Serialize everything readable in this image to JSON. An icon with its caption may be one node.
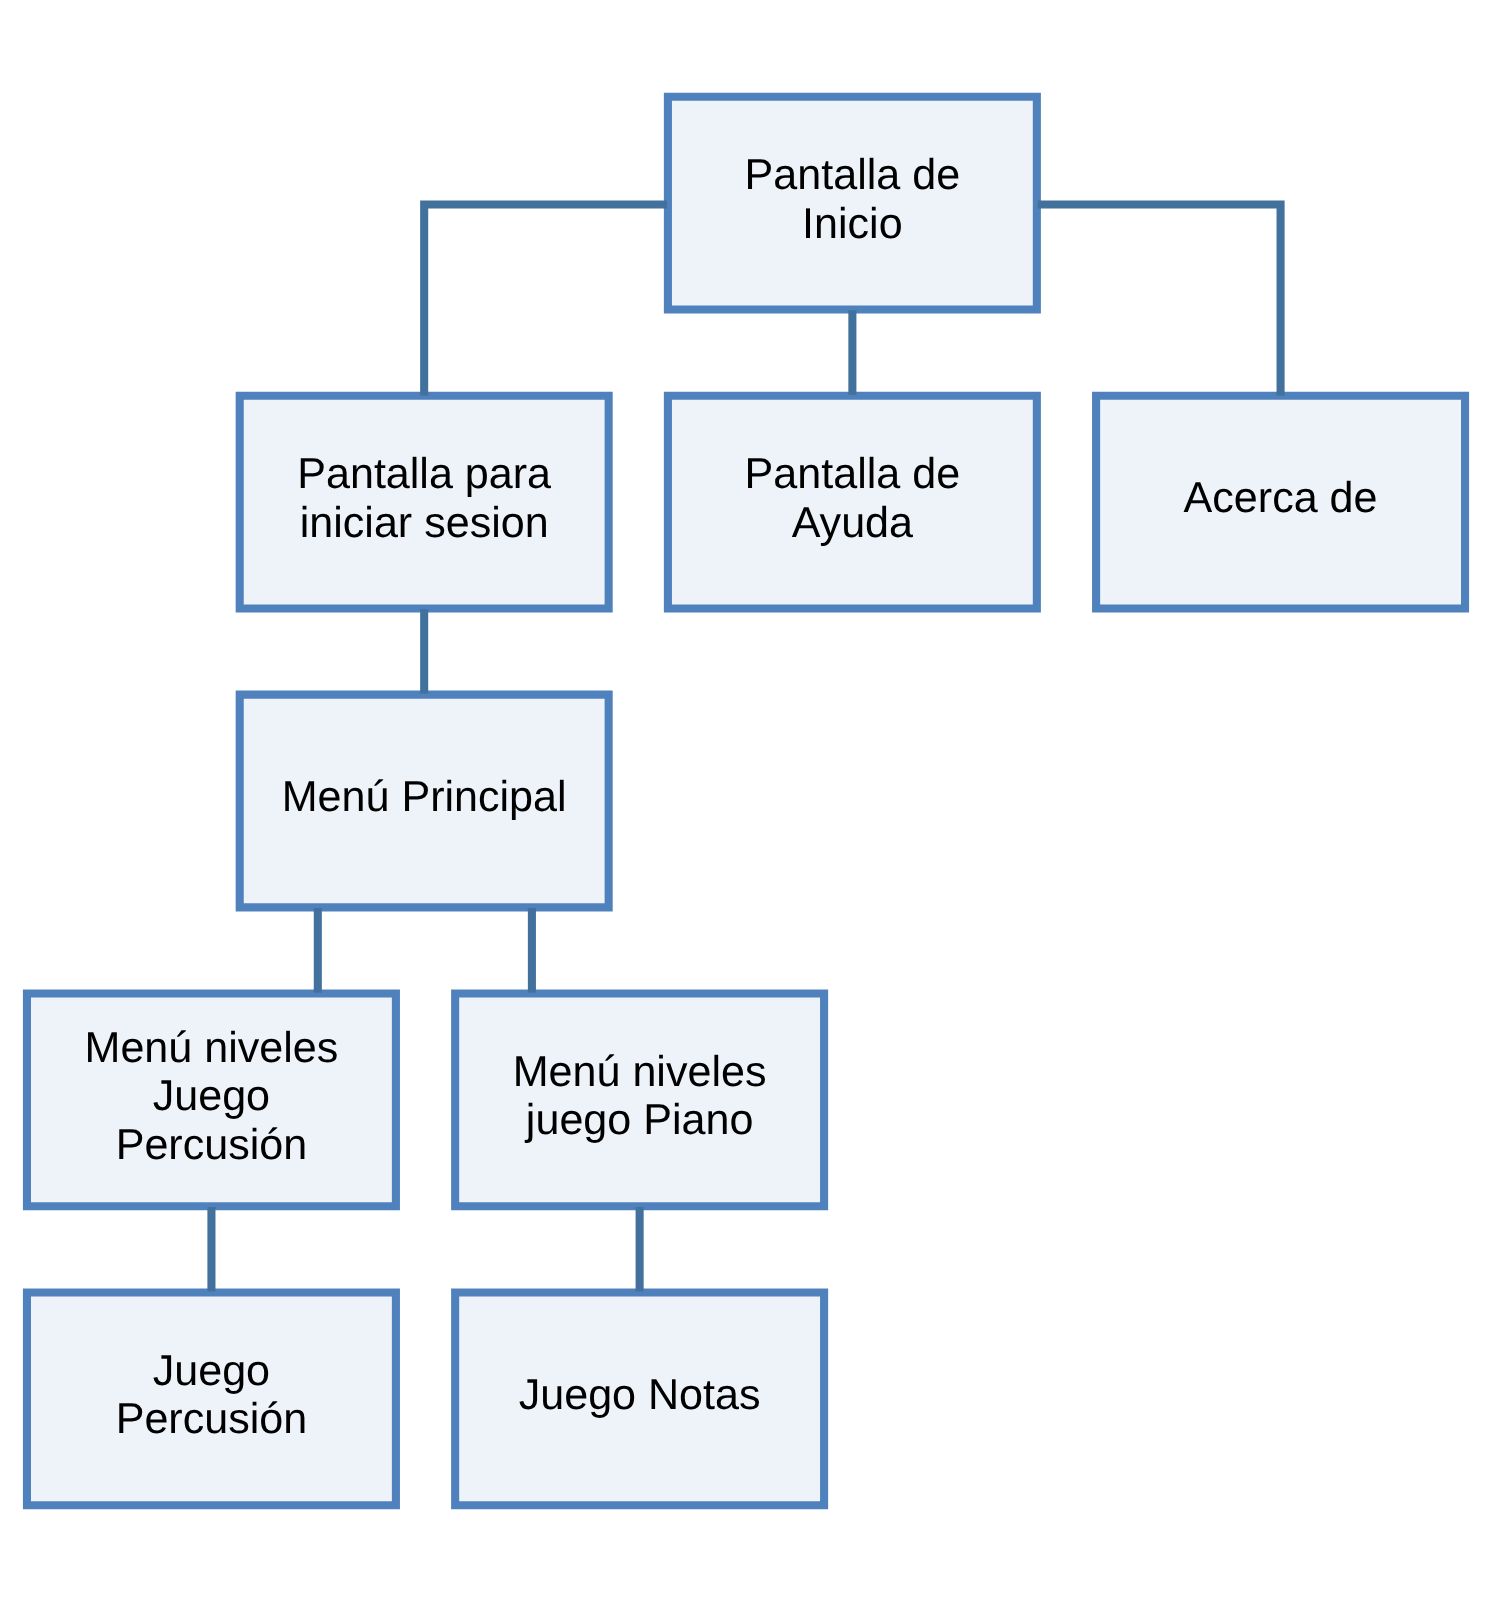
{
  "diagram": {
    "nodes": [
      {
        "text": [
          "Pantalla de Inicio"
        ]
      },
      {
        "text": [
          "Pantalla para iniciar sesion"
        ]
      },
      {
        "text": [
          "Pantalla de Ayuda"
        ]
      },
      {
        "text": [
          "Acerca de"
        ]
      },
      {
        "text": [
          "Menú Principal"
        ]
      },
      {
        "text": [
          "Menú niveles Juego Percusión"
        ]
      },
      {
        "text": [
          "Menú niveles juego Piano"
        ]
      },
      {
        "text": [
          "Juego Percusión"
        ]
      },
      {
        "text": [
          "Juego Notas"
        ]
      }
    ],
    "edges": [
      {
        "from": 0,
        "to": 1,
        "arrow": "none"
      },
      {
        "from": 0,
        "to": 2,
        "arrow": "none"
      },
      {
        "from": 0,
        "to": 3,
        "arrow": "none"
      },
      {
        "from": 1,
        "to": 4,
        "arrow": "none"
      },
      {
        "from": 4,
        "to": 5,
        "arrow": "none"
      },
      {
        "from": 4,
        "to": 6,
        "arrow": "none"
      },
      {
        "from": 5,
        "to": 7,
        "arrow": "none"
      },
      {
        "from": 6,
        "to": 8,
        "arrow": "none"
      }
    ]
  }
}
